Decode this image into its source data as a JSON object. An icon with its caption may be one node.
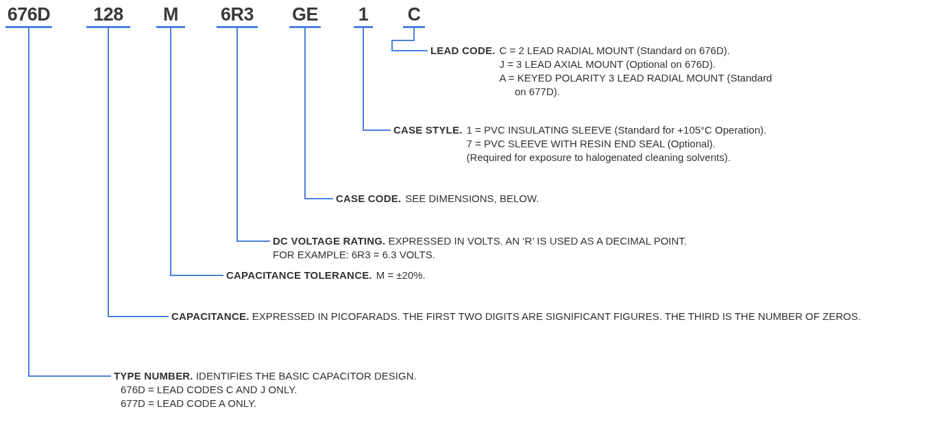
{
  "diagram": {
    "nodes": [
      {
        "text": [
          "676D"
        ]
      },
      {
        "text": [
          "128"
        ]
      },
      {
        "text": [
          "M"
        ]
      },
      {
        "text": [
          "6R3"
        ]
      },
      {
        "text": [
          "GE"
        ]
      },
      {
        "text": [
          "1"
        ]
      },
      {
        "text": [
          "C"
        ]
      },
      {
        "text": [
          "LEAD CODE.",
          "C = 2 LEAD RADIAL MOUNT (Standard on 676D).",
          "J = 3 LEAD AXIAL MOUNT (Optional on 676D).",
          "A = KEYED POLARITY 3 LEAD RADIAL MOUNT (Standard on 677D)."
        ]
      },
      {
        "text": [
          "CASE STYLE.",
          "1 = PVC INSULATING SLEEVE (Standard for +105°C Operation).",
          "7 = PVC SLEEVE WITH RESIN END SEAL (Optional).",
          "(Required for exposure to halogenated cleaning solvents)."
        ]
      },
      {
        "text": [
          "CASE CODE.",
          "SEE DIMENSIONS, BELOW."
        ]
      },
      {
        "text": [
          "DC VOLTAGE RATING.",
          "EXPRESSED IN VOLTS. AN ‘R’ IS USED AS A DECIMAL POINT.",
          "FOR EXAMPLE: 6R3 = 6.3 VOLTS."
        ]
      },
      {
        "text": [
          "CAPACITANCE TOLERANCE.",
          "M = ±20%."
        ]
      },
      {
        "text": [
          "CAPACITANCE.",
          "EXPRESSED IN PICOFARADS. THE FIRST TWO DIGITS ARE SIGNIFICANT FIGURES. THE THIRD IS THE NUMBER OF ZEROS."
        ]
      },
      {
        "text": [
          "TYPE NUMBER.",
          "IDENTIFIES THE BASIC CAPACITOR DESIGN.",
          "676D = LEAD CODES C AND J ONLY.",
          "677D = LEAD CODE A ONLY."
        ]
      }
    ],
    "edges": [
      {
        "from": 6,
        "to": 7,
        "arrow": "none"
      },
      {
        "from": 5,
        "to": 8,
        "arrow": "none"
      },
      {
        "from": 4,
        "to": 9,
        "arrow": "none"
      },
      {
        "from": 3,
        "to": 10,
        "arrow": "none"
      },
      {
        "from": 2,
        "to": 11,
        "arrow": "none"
      },
      {
        "from": 1,
        "to": 12,
        "arrow": "none"
      },
      {
        "from": 0,
        "to": 13,
        "arrow": "none"
      }
    ]
  }
}
